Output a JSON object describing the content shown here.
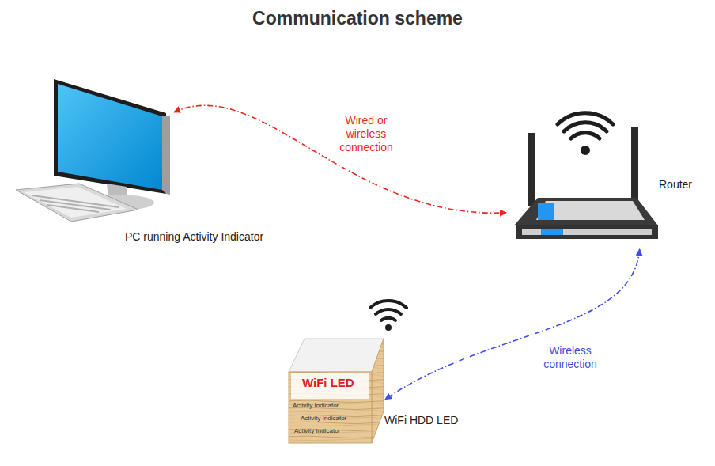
{
  "diagram": {
    "title": "Communication scheme",
    "nodes": [
      {
        "text": [
          "PC running Activity Indicator"
        ]
      },
      {
        "text": [
          "Router"
        ]
      },
      {
        "text": [
          "WiFi HDD LED"
        ]
      }
    ],
    "edges": [
      {
        "from": 0,
        "to": 1,
        "label": "Wired or wireless connection",
        "arrow": "both"
      },
      {
        "from": 1,
        "to": 2,
        "label": "Wireless connection",
        "arrow": "both"
      }
    ],
    "labels": [
      "WiFi LED",
      "Activity Indicator",
      "Activity Indicator",
      "Activity Indicator"
    ]
  }
}
